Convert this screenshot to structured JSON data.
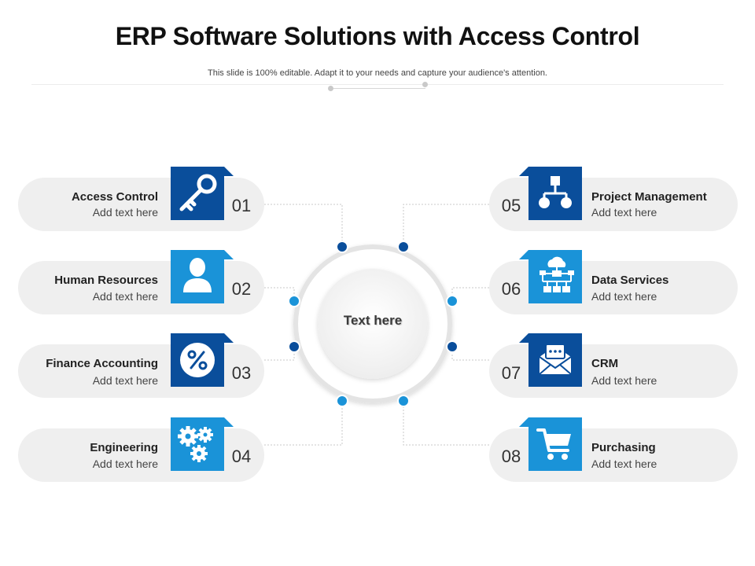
{
  "title": "ERP Software Solutions with Access Control",
  "subtitle": "This slide is 100% editable. Adapt it to your needs and capture your audience's attention.",
  "center_label": "Text here",
  "colors": {
    "dark_blue": "#0a4e9b",
    "light_blue": "#1a93d8",
    "pill": "#efefef"
  },
  "items": [
    {
      "num": "01",
      "label": "Access Control",
      "sub": "Add text here",
      "icon": "key-icon",
      "color": "dark"
    },
    {
      "num": "02",
      "label": "Human Resources",
      "sub": "Add text here",
      "icon": "user-icon",
      "color": "light"
    },
    {
      "num": "03",
      "label": "Finance Accounting",
      "sub": "Add text here",
      "icon": "percent-icon",
      "color": "dark"
    },
    {
      "num": "04",
      "label": "Engineering",
      "sub": "Add text here",
      "icon": "gears-icon",
      "color": "light"
    },
    {
      "num": "05",
      "label": "Project Management",
      "sub": "Add text here",
      "icon": "hierarchy-icon",
      "color": "dark"
    },
    {
      "num": "06",
      "label": "Data Services",
      "sub": "Add text here",
      "icon": "cloud-network-icon",
      "color": "light"
    },
    {
      "num": "07",
      "label": "CRM",
      "sub": "Add text here",
      "icon": "mail-chat-icon",
      "color": "dark"
    },
    {
      "num": "08",
      "label": "Purchasing",
      "sub": "Add text here",
      "icon": "cart-icon",
      "color": "light"
    }
  ]
}
